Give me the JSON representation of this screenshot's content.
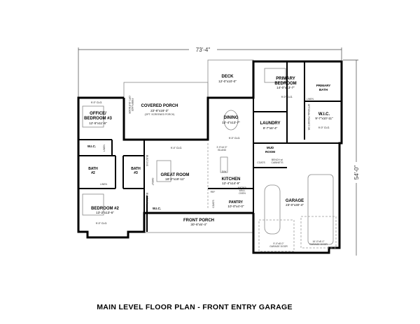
{
  "title": "MAIN LEVEL FLOOR PLAN - FRONT ENTRY GARAGE",
  "dimensions": {
    "width": "73'-4\"",
    "depth": "54'-0\""
  },
  "rooms": {
    "deck": {
      "name": "DECK",
      "size": "12'-0\"x10'-0\""
    },
    "covered_porch": {
      "name": "COVERED PORCH",
      "size": "22'-8\"x16'-3\"",
      "note": "(OPT. SCREENED PORCH)"
    },
    "fireplace": {
      "line1": "OPT. OUTDOOR",
      "line2": "FIREPLACE"
    },
    "office": {
      "name1": "OFFICE/",
      "name2": "BEDROOM #3",
      "size": "12'-5\"x11'-6\"",
      "ceiling": "9'-0\" CLG."
    },
    "dining": {
      "name": "DINING",
      "size": "12'-4\"x13'-7\"",
      "ceiling": "9'-0\" CLG."
    },
    "primary_bedroom": {
      "name1": "PRIMARY",
      "name2": "BEDROOM",
      "size": "14'-0\"x13'-7\"",
      "ceiling": "9'-0\" CLG."
    },
    "primary_bath": {
      "name1": "PRIMARY",
      "name2": "BATH",
      "linen": "LINEN"
    },
    "primary_wic": {
      "name": "W.I.C.",
      "size": "9'-7\"x10'-11\"",
      "ceiling": "9'-0\" CLG.",
      "pocket_door": "OPTIONAL POCKET DR."
    },
    "laundry": {
      "name": "LAUNDRY",
      "size": "9'-7\"x8'-4\""
    },
    "mud_room": {
      "name1": "MUD",
      "name2": "ROOM",
      "coats": "COATS",
      "bench1": "BENCH w/",
      "bench2": "CABINETS"
    },
    "office_wic": {
      "name": "W.I.C.",
      "linen": "LINEN"
    },
    "great_room": {
      "name": "GREAT ROOM",
      "size": "18'-0\"x19'-11\"",
      "ceiling": "9'-4\" CLG.",
      "built_ins": "BUILT-INS",
      "shelf": "SHELF"
    },
    "kitchen": {
      "name": "KITCHEN",
      "size": "12'-4\"x14'-9\"",
      "island1": "3'-9\"x6'-9\"",
      "island2": "ISLAND",
      "ref": "REF",
      "dw": "D/W",
      "micro1": "MICRO/",
      "micro2": "WALL",
      "micro3": "OVEN"
    },
    "bath2": {
      "name": "BATH",
      "num": "#2",
      "linen": "LINEN"
    },
    "bath3": {
      "name": "BATH",
      "num": "#3"
    },
    "pantry": {
      "name": "PANTRY",
      "size": "10'-0\"x4'-0\"",
      "coats": "COATS"
    },
    "garage": {
      "name": "GARAGE",
      "size": "23'-0\"x30'-4\"",
      "door1_size": "9'-0\"x8'-0\"",
      "door2_size": "16'-0\"x8'-0\"",
      "door_label": "GARAGE DOOR"
    },
    "front_porch": {
      "name": "FRONT PORCH",
      "size": "30'-6\"x5'-4\""
    },
    "bedroom2": {
      "name": "BEDROOM #2",
      "size": "13'-2\"x13'-6\"",
      "ceiling": "9'-0\" CLG."
    },
    "bedroom2_wic": {
      "name": "W.I.C."
    }
  }
}
